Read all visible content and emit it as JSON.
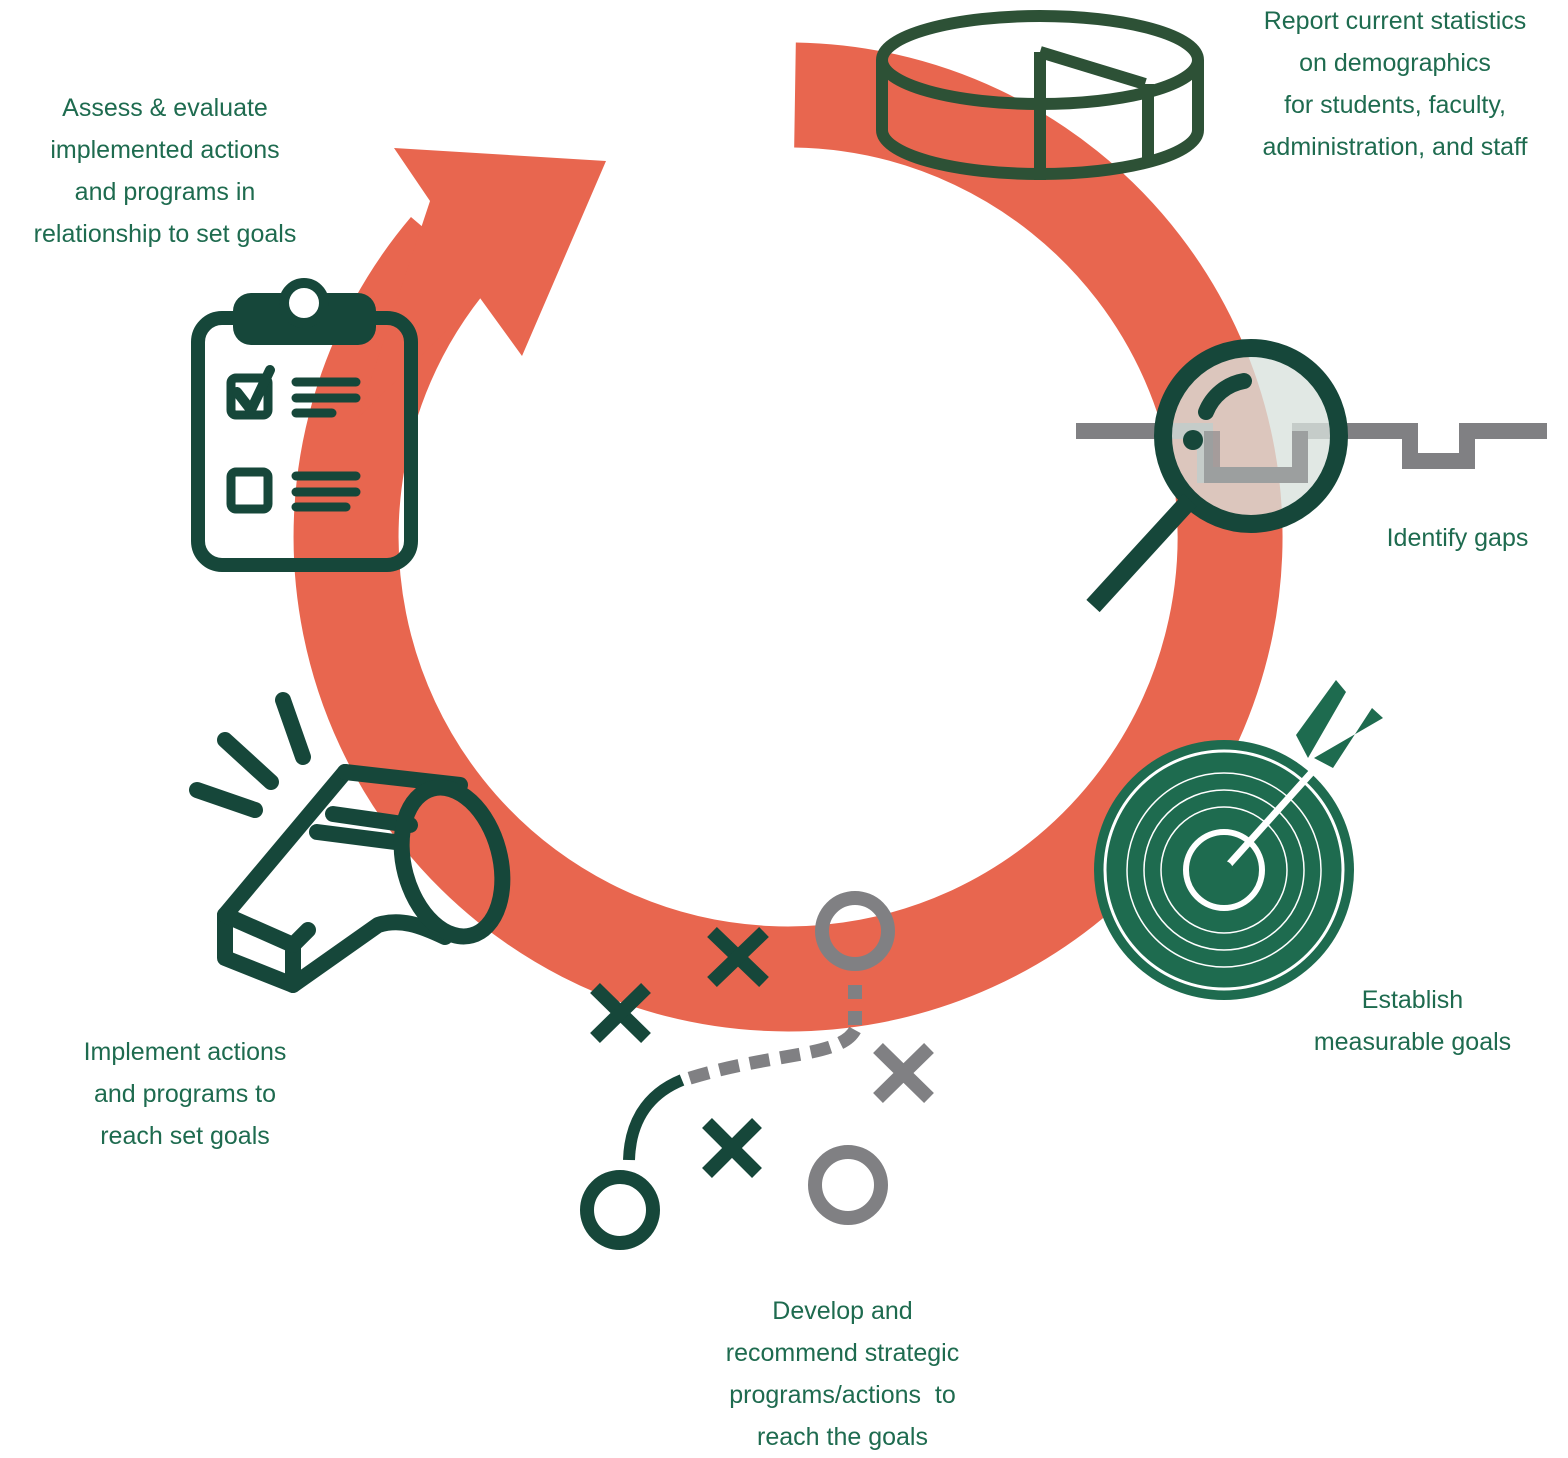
{
  "colors": {
    "cycle_arrow": "#e8664f",
    "dark_green": "#16473a",
    "medium_green": "#1e6b4f",
    "gray": "#808083",
    "text": "#1e6b4f"
  },
  "steps": [
    {
      "id": "report",
      "icon": "database-pie-chart-icon",
      "lines": [
        "Report current statistics",
        "on demographics",
        "for students, faculty,",
        "administration, and staff"
      ]
    },
    {
      "id": "gaps",
      "icon": "magnifying-glass-icon",
      "lines": [
        "Identify gaps"
      ]
    },
    {
      "id": "goals",
      "icon": "target-arrow-icon",
      "lines": [
        "Establish",
        "measurable goals"
      ]
    },
    {
      "id": "develop",
      "icon": "strategy-play-icon",
      "lines": [
        "Develop and",
        "recommend strategic",
        "programs/actions  to",
        "reach the goals"
      ]
    },
    {
      "id": "implement",
      "icon": "whistle-icon",
      "lines": [
        "Implement actions",
        "and programs to",
        "reach set goals"
      ]
    },
    {
      "id": "assess",
      "icon": "clipboard-checklist-icon",
      "lines": [
        "Assess & evaluate",
        "implemented actions",
        "and programs in",
        "relationship to set goals"
      ]
    }
  ]
}
